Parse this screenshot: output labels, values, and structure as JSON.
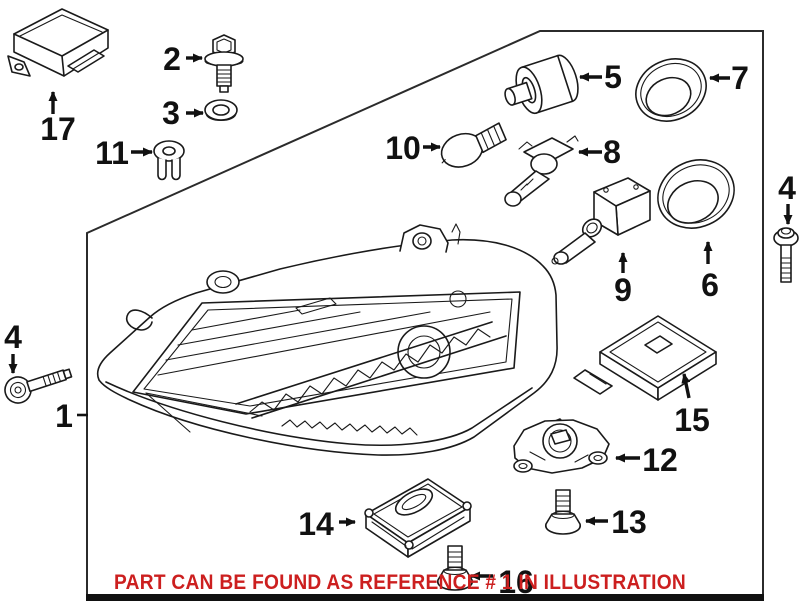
{
  "diagram": {
    "callouts": {
      "c1": "1",
      "c2": "2",
      "c3": "3",
      "c4_left": "4",
      "c4_right": "4",
      "c5": "5",
      "c6": "6",
      "c7": "7",
      "c8": "8",
      "c9": "9",
      "c10": "10",
      "c11": "11",
      "c12": "12",
      "c13": "13",
      "c14": "14",
      "c15": "15",
      "c16": "16",
      "c17": "17"
    },
    "notice": {
      "text": "PART CAN BE FOUND AS REFERENCE # 1 IN ILLUSTRATION",
      "color": "#cc1f1f"
    },
    "colors": {
      "line_art": "#1a1a1a",
      "background": "#ffffff",
      "border": "#2b2b2b"
    }
  }
}
